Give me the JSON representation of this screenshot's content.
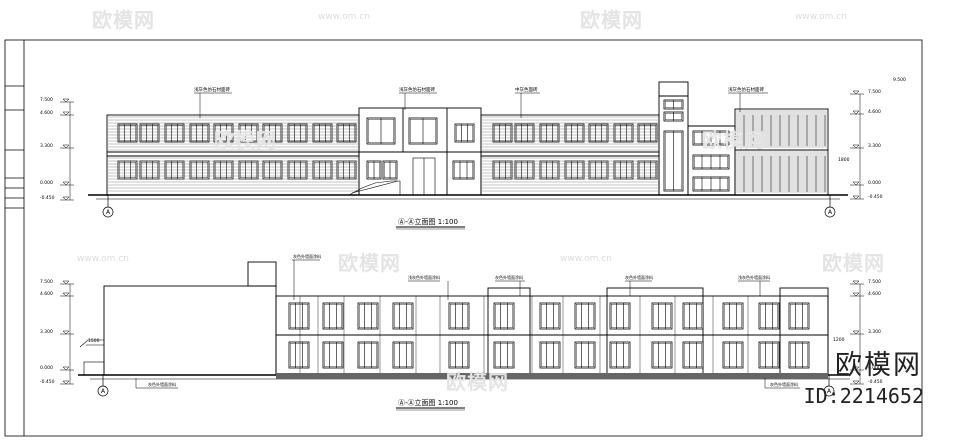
{
  "watermark": {
    "logo_text": "欧模网",
    "url": "www.om.cn"
  },
  "brand": {
    "name": "欧模网",
    "id_text": "ID:2214652"
  },
  "elevation_top": {
    "title": "Ⓐ-Ⓐ立面图 1:100",
    "axis_left": "A",
    "axis_right": "A",
    "callouts": [
      "浅灰色仿石材面砖",
      "浅灰色仿石材面砖",
      "中灰色面砖",
      "浅灰色仿石材面砖"
    ],
    "levels_left": [
      "7.500",
      "4.600",
      "3.300",
      "0.000",
      "-0.450"
    ],
    "levels_right": [
      "7.500",
      "4.600",
      "3.300",
      "0.000",
      "-0.450"
    ],
    "dims_right": [
      "1800"
    ],
    "top_right_dim": "9.500"
  },
  "elevation_bottom": {
    "title": "Ⓐ-Ⓐ立面图 1:100",
    "axis_left": "A",
    "axis_right": "A",
    "callouts": [
      "灰色外墙面涂料",
      "浅灰色外墙面涂料",
      "灰色外墙面涂料",
      "灰色外墙面涂料",
      "浅灰色外墙面涂料",
      "灰色外墙面涂料",
      "灰色外墙面涂料"
    ],
    "levels_left": [
      "7.500",
      "4.600",
      "3.300",
      "0.000",
      "-0.450"
    ],
    "levels_right": [
      "7.500",
      "4.600",
      "3.300",
      "0.000",
      "-0.450"
    ],
    "dims_left": [
      "1500"
    ],
    "dims_right": [
      "1200"
    ]
  }
}
